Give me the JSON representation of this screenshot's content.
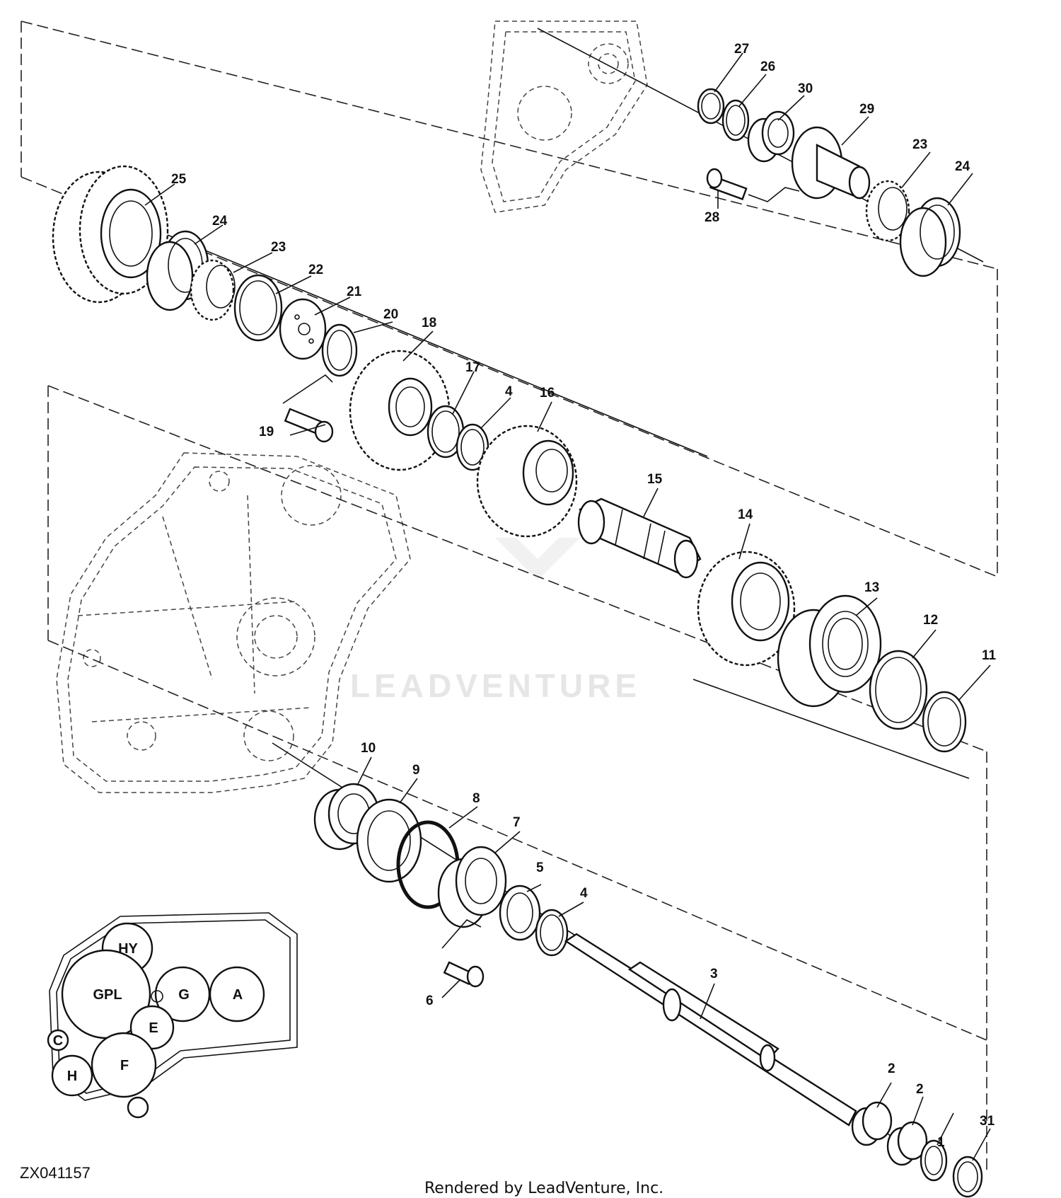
{
  "figure_id": "ZX041157",
  "credit": "Rendered by LeadVenture, Inc.",
  "watermark": "LEADVENTURE",
  "callouts": [
    "1",
    "2",
    "2",
    "3",
    "4",
    "4",
    "5",
    "6",
    "7",
    "8",
    "9",
    "10",
    "11",
    "12",
    "13",
    "14",
    "15",
    "16",
    "17",
    "18",
    "19",
    "20",
    "21",
    "22",
    "23",
    "23",
    "24",
    "24",
    "25",
    "26",
    "27",
    "28",
    "29",
    "30",
    "31"
  ],
  "locator_zones": [
    "HY",
    "GPL",
    "G",
    "A",
    "E",
    "C",
    "F",
    "H"
  ]
}
